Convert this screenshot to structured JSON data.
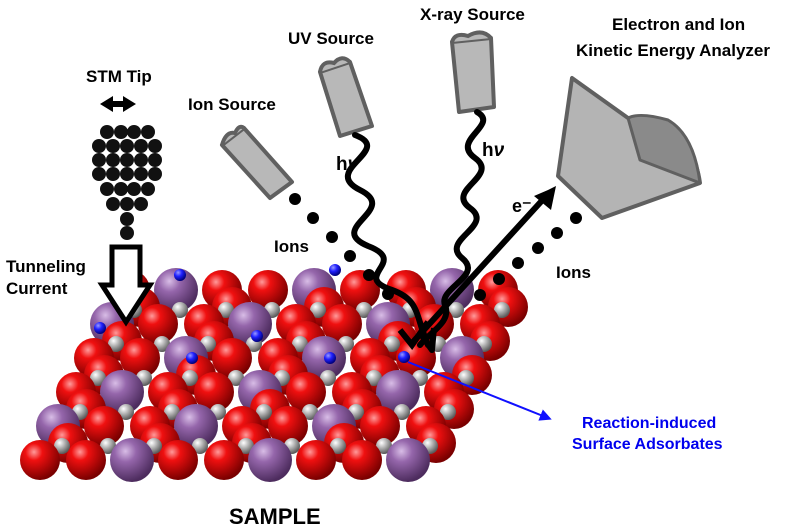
{
  "labels": {
    "stm_tip": "STM Tip",
    "tunneling_line1": "Tunneling",
    "tunneling_line2": "Current",
    "ion_source": "Ion Source",
    "uv_source": "UV Source",
    "xray_source": "X-ray Source",
    "analyzer_line1": "Electron and Ion",
    "analyzer_line2": "Kinetic Energy Analyzer",
    "hv_prefix": "h",
    "hv_nu": "ν",
    "ions_left": "Ions",
    "ions_right": "Ions",
    "electron": "e⁻",
    "adsorbates_line1": "Reaction-induced",
    "adsorbates_line2": "Surface Adsorbates",
    "sample": "SAMPLE"
  },
  "colors": {
    "oxygen_atom": "#d40000",
    "metal_atom": "#8a5c9e",
    "small_atom": "#b0b0b0",
    "adsorbate": "#1a1aff",
    "adsorbate_label": "#0000ee",
    "source_body": "#b8b8b8",
    "source_outline": "#606060",
    "analyzer_body": "#b4b4b4",
    "analyzer_lobe": "#8a8a8a",
    "text": "#000000"
  }
}
